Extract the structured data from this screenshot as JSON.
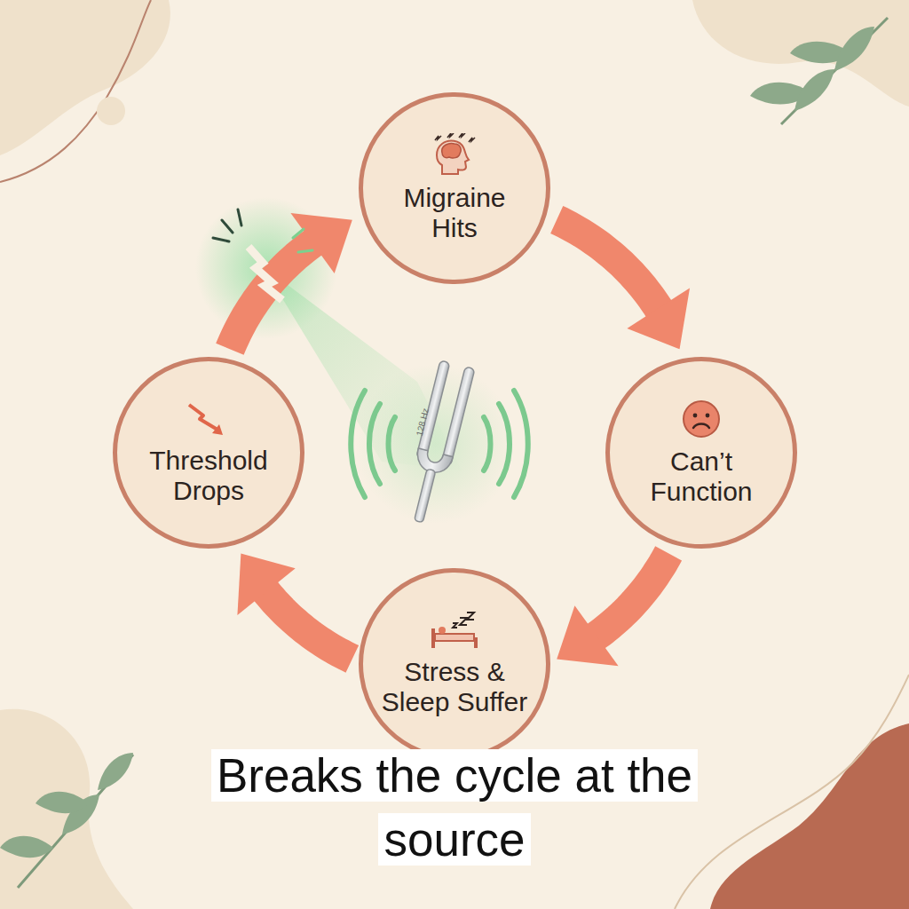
{
  "diagram": {
    "caption": "Breaks the cycle at the source",
    "nodes": [
      {
        "text": [
          "Migraine Hits"
        ]
      },
      {
        "text": [
          "Can’t Function"
        ]
      },
      {
        "text": [
          "Stress & Sleep Suffer"
        ]
      },
      {
        "text": [
          "Threshold Drops"
        ]
      }
    ],
    "edges": [
      {
        "from": 0,
        "to": 1,
        "arrow": "to"
      },
      {
        "from": 1,
        "to": 2,
        "arrow": "to"
      },
      {
        "from": 2,
        "to": 3,
        "arrow": "to"
      },
      {
        "from": 3,
        "to": 0,
        "arrow": "to"
      }
    ],
    "labels": [
      "128 Hz"
    ]
  }
}
